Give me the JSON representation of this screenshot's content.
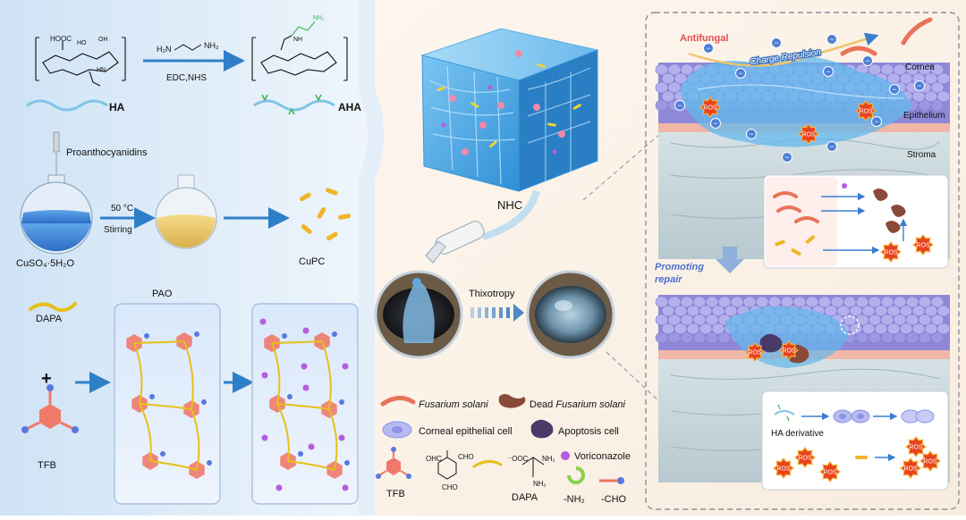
{
  "synthesis": {
    "ha_label": "HA",
    "aha_label": "AHA",
    "reagent_edc": "EDC,NHS",
    "cooh": "HOOC",
    "amine_reagent": "H₂N",
    "amine_tail": "NH₂",
    "proanthocyanidins": "Proanthocyanidins",
    "temp": "50 °C",
    "stirring": "Stirring",
    "cuso4": "CuSO₄·5H₂O",
    "cupc": "CuPC",
    "pao": "PAO",
    "dapa": "DAPA",
    "plus": "+",
    "tfb": "TFB"
  },
  "center": {
    "nhc": "NHC",
    "thixotropy": "Thixotropy"
  },
  "legend": {
    "fusarium": "Fusarium solani",
    "dead_fusarium_prefix": "Dead ",
    "dead_fusarium_italic": "Fusarium solani",
    "epithelial_cell": "Corneal epithelial cell",
    "apoptosis_cell": "Apoptosis cell",
    "voriconazole": "Voriconazole",
    "tfb": "TFB",
    "dapa": "DAPA",
    "nh2": "-NH₂",
    "cho": "-CHO",
    "cho_group": "CHO",
    "ohc_group": "OHC",
    "ooc_group": "⁻OOC",
    "nh2_group": "NH₂"
  },
  "right_panel": {
    "antifungal": "Antifungal",
    "charge_repulsion": "Charge Repulsion",
    "cornea": "Cornea",
    "epithelium": "Epithelium",
    "stroma": "Stroma",
    "ros": "ROS",
    "promoting_repair_1": "Promoting",
    "promoting_repair_2": "repair",
    "ha_derivative": "HA derivative",
    "minus": "−"
  },
  "colors": {
    "left_bg": "#d8eaf8",
    "right_bg": "#fbf1e6",
    "arrow_blue": "#2f7fc8",
    "fungus": "#e8735a",
    "nanoparticle": "#f0b429",
    "ros_star": "#e8431c",
    "epithelial_cell": "#8d92e8",
    "vori": "#b65ce0",
    "tfb": "#ef7a6a"
  }
}
